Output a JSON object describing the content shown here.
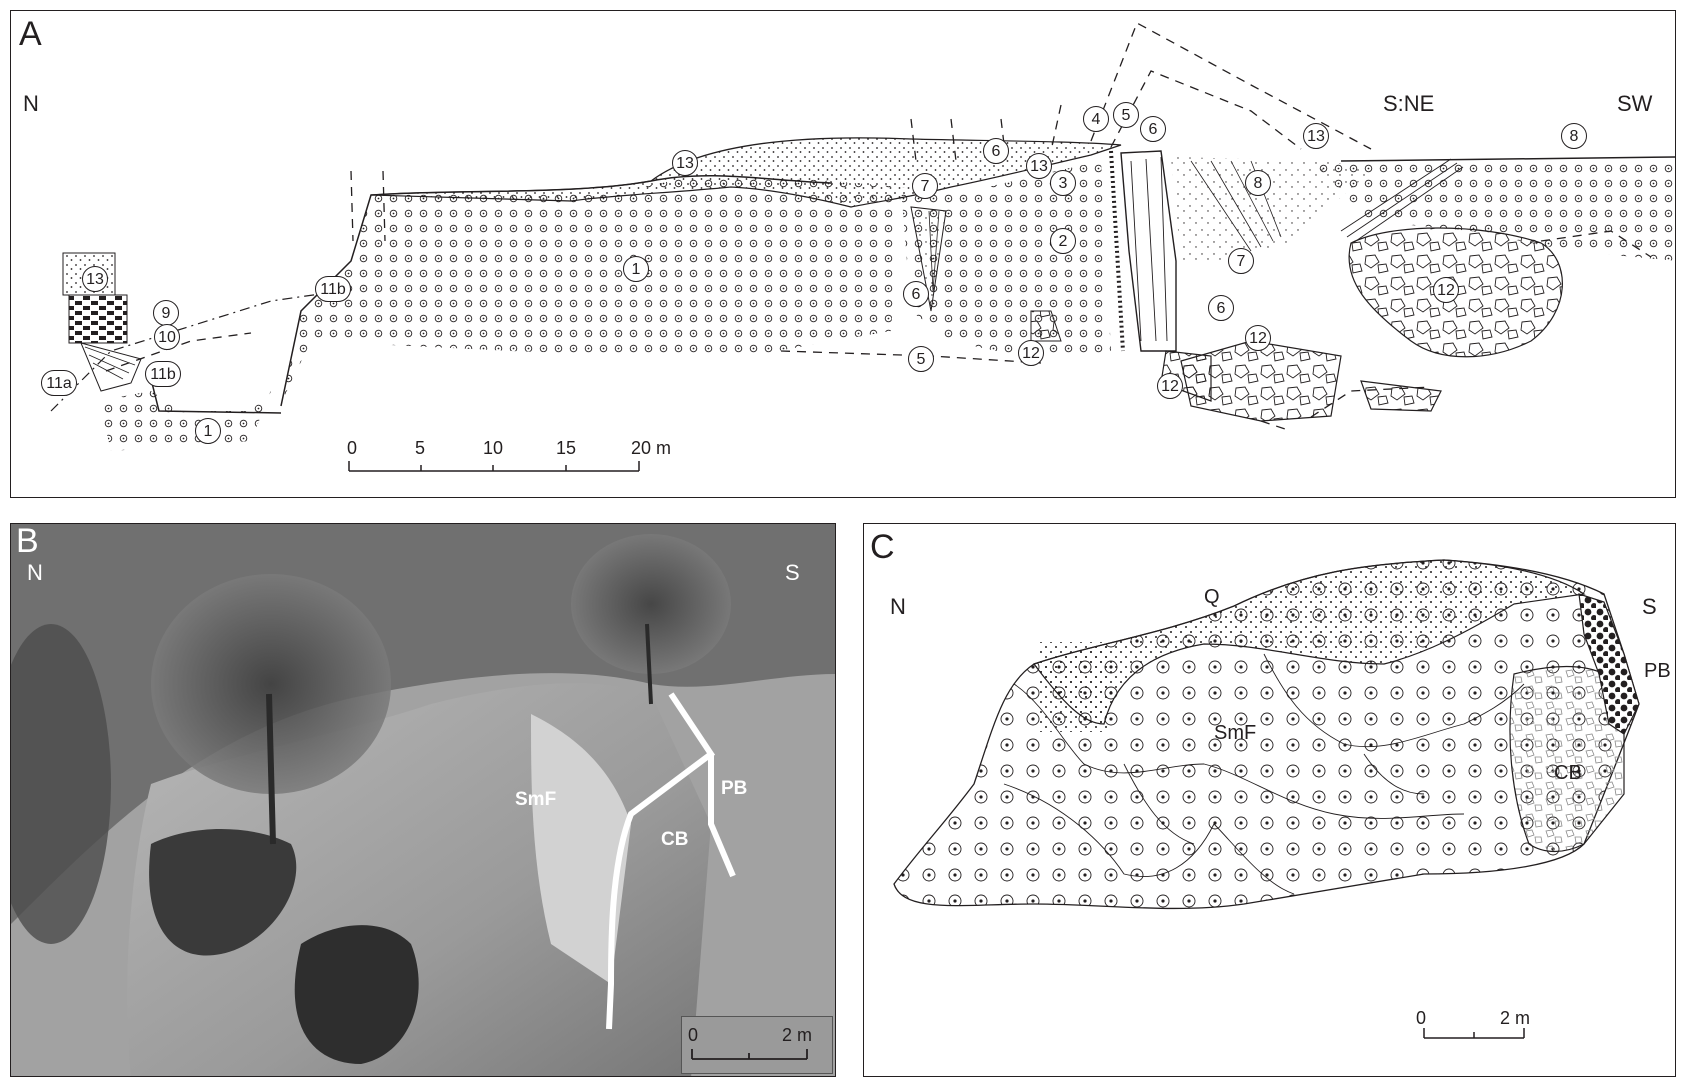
{
  "panels": {
    "a": {
      "letter": "A",
      "orient_left": "N",
      "orient_mid": "S:NE",
      "orient_right": "SW",
      "unit_labels": [
        "1",
        "1",
        "2",
        "3",
        "4",
        "5",
        "5",
        "6",
        "6",
        "6",
        "6",
        "7",
        "7",
        "8",
        "8",
        "9",
        "10",
        "11a",
        "11b",
        "11b",
        "12",
        "12",
        "12",
        "12",
        "13",
        "13",
        "13",
        "13"
      ],
      "scale": {
        "ticks": [
          "0",
          "5",
          "10",
          "15",
          "20 m"
        ]
      }
    },
    "b": {
      "letter": "B",
      "orient_left": "N",
      "orient_right": "S",
      "labels": {
        "smf": "SmF",
        "cb": "CB",
        "pb": "PB"
      },
      "scale": {
        "start": "0",
        "end": "2 m"
      }
    },
    "c": {
      "letter": "C",
      "orient_left": "N",
      "orient_right": "S",
      "labels": {
        "q": "Q",
        "smf": "SmF",
        "cb": "CB",
        "pb": "PB"
      },
      "scale": {
        "start": "0",
        "end": "2 m"
      }
    }
  },
  "colors": {
    "ink": "#231f20",
    "photo_bg": "#6f6f6f",
    "white": "#ffffff"
  }
}
